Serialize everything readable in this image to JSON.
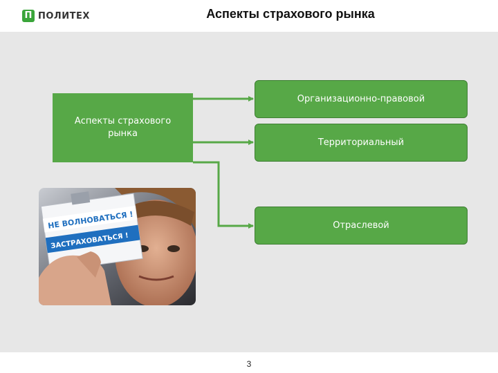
{
  "header": {
    "logo_text": "ПОЛИТЕХ",
    "logo_mark": "П",
    "title": "Аспекты страхового рынка"
  },
  "diagram": {
    "main_label": "Аспекты страхового рынка",
    "branches": [
      "Организационно-правовой",
      "Территориальный",
      "Отраслевой"
    ]
  },
  "photo": {
    "badge_lines": [
      "НЕ ВОЛНОВАТЬСЯ !",
      "ЗАСТРАХОВАТЬСЯ !"
    ]
  },
  "footer": {
    "page_number": "3"
  },
  "colors": {
    "accent_green": "#57a847",
    "background_gray": "#e7e7e7",
    "badge_blue": "#1f6fbf"
  }
}
